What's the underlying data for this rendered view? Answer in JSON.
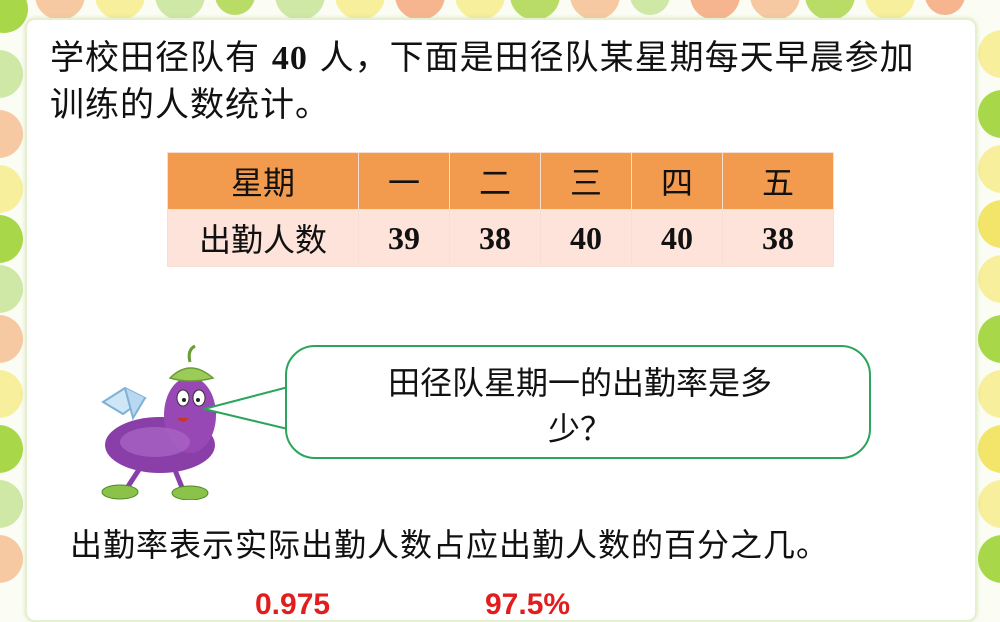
{
  "slide": {
    "intro_part1": "学校田径队有 ",
    "intro_number": "40",
    "intro_part2": " 人，下面是田径队某星期每天早晨参加训练的人数统计。"
  },
  "table": {
    "header_label": "星期",
    "days": [
      "一",
      "二",
      "三",
      "四",
      "五"
    ],
    "row_label": "出勤人数",
    "values": [
      "39",
      "38",
      "40",
      "40",
      "38"
    ]
  },
  "bubble": {
    "question_line1": "田径队星期一的出勤率是多",
    "question_line2": "少？"
  },
  "definition": "出勤率表示实际出勤人数占应出勤人数的百分之几。",
  "answers": {
    "decimal": "0.975",
    "percent": "97.5%"
  },
  "colors": {
    "table_header": "#f29a4d",
    "table_body": "#fde3d9",
    "bubble_border": "#2aa55b",
    "answer_red": "#e11d1d"
  },
  "mascot": "eggplant-character"
}
